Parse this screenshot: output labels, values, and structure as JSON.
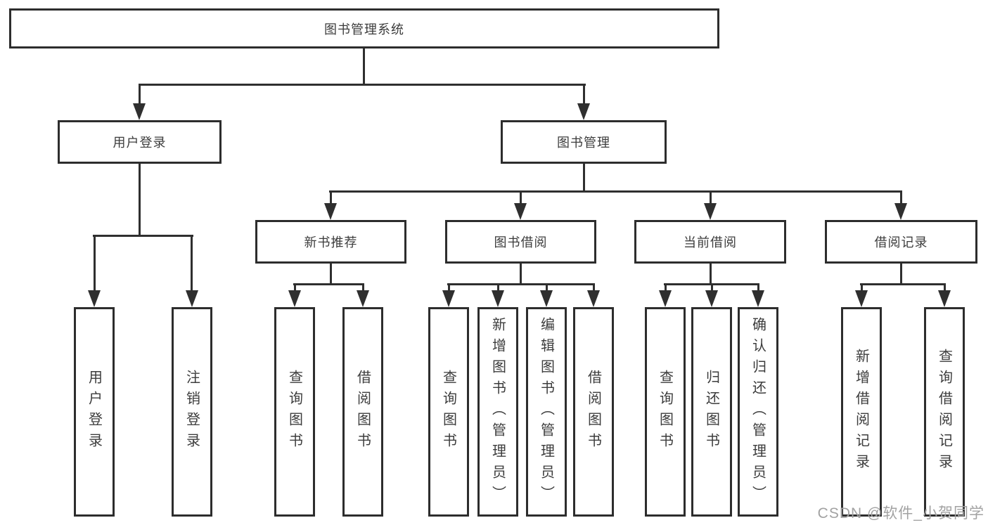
{
  "diagram": {
    "root": {
      "label": "图书管理系统"
    },
    "level2": [
      {
        "label": "用户登录"
      },
      {
        "label": "图书管理"
      }
    ],
    "level3": [
      {
        "label": "新书推荐"
      },
      {
        "label": "图书借阅"
      },
      {
        "label": "当前借阅"
      },
      {
        "label": "借阅记录"
      }
    ],
    "leaves": {
      "login": [
        {
          "label": "用户登录"
        },
        {
          "label": "注销登录"
        }
      ],
      "recommend": [
        {
          "label": "查询图书"
        },
        {
          "label": "借阅图书"
        }
      ],
      "borrow": [
        {
          "label": "查询图书"
        },
        {
          "label": "新增图书（管理员）"
        },
        {
          "label": "编辑图书（管理员）"
        },
        {
          "label": "借阅图书"
        }
      ],
      "current": [
        {
          "label": "查询图书"
        },
        {
          "label": "归还图书"
        },
        {
          "label": "确认归还（管理员）"
        }
      ],
      "records": [
        {
          "label": "新增借阅记录"
        },
        {
          "label": "查询借阅记录"
        }
      ]
    }
  },
  "watermark": {
    "text": "CSDN @软件_小贺同学"
  },
  "colors": {
    "line": "#2f2f2f",
    "border": "#2d2d2d",
    "text": "#3c3c3c",
    "watermark": "#a2a2a2",
    "background": "#ffffff"
  }
}
